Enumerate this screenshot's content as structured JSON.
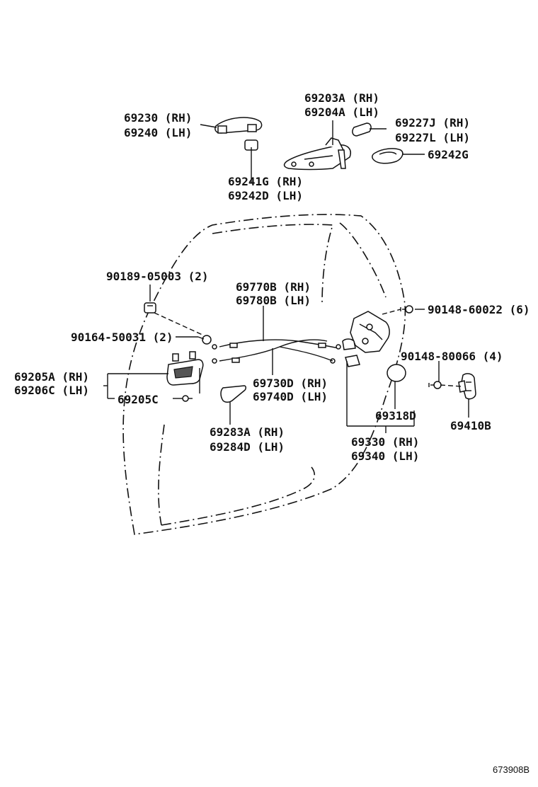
{
  "diagram": {
    "doc_id": "673908B",
    "labels": {
      "l69230": "69230 (RH)",
      "l69240": "69240 (LH)",
      "l69203A": "69203A (RH)",
      "l69204A": "69204A (LH)",
      "l69227J": "69227J (RH)",
      "l69227L": "69227L (LH)",
      "l69242G": "69242G",
      "l69241G": "69241G (RH)",
      "l69242D": "69242D (LH)",
      "l90189": "90189-05003 (2)",
      "l69770B": "69770B (RH)",
      "l69780B": "69780B (LH)",
      "l90148a": "90148-60022 (6)",
      "l90164": "90164-50031 (2)",
      "l90148b": "90148-80066 (4)",
      "l69205A": "69205A (RH)",
      "l69206C": "69206C (LH)",
      "l69730D": "69730D (RH)",
      "l69740D": "69740D (LH)",
      "l69205C": "69205C",
      "l69318D": "69318D",
      "l69410B": "69410B",
      "l69283A": "69283A (RH)",
      "l69284D": "69284D (LH)",
      "l69330": "69330 (RH)",
      "l69340": "69340 (LH)"
    }
  }
}
